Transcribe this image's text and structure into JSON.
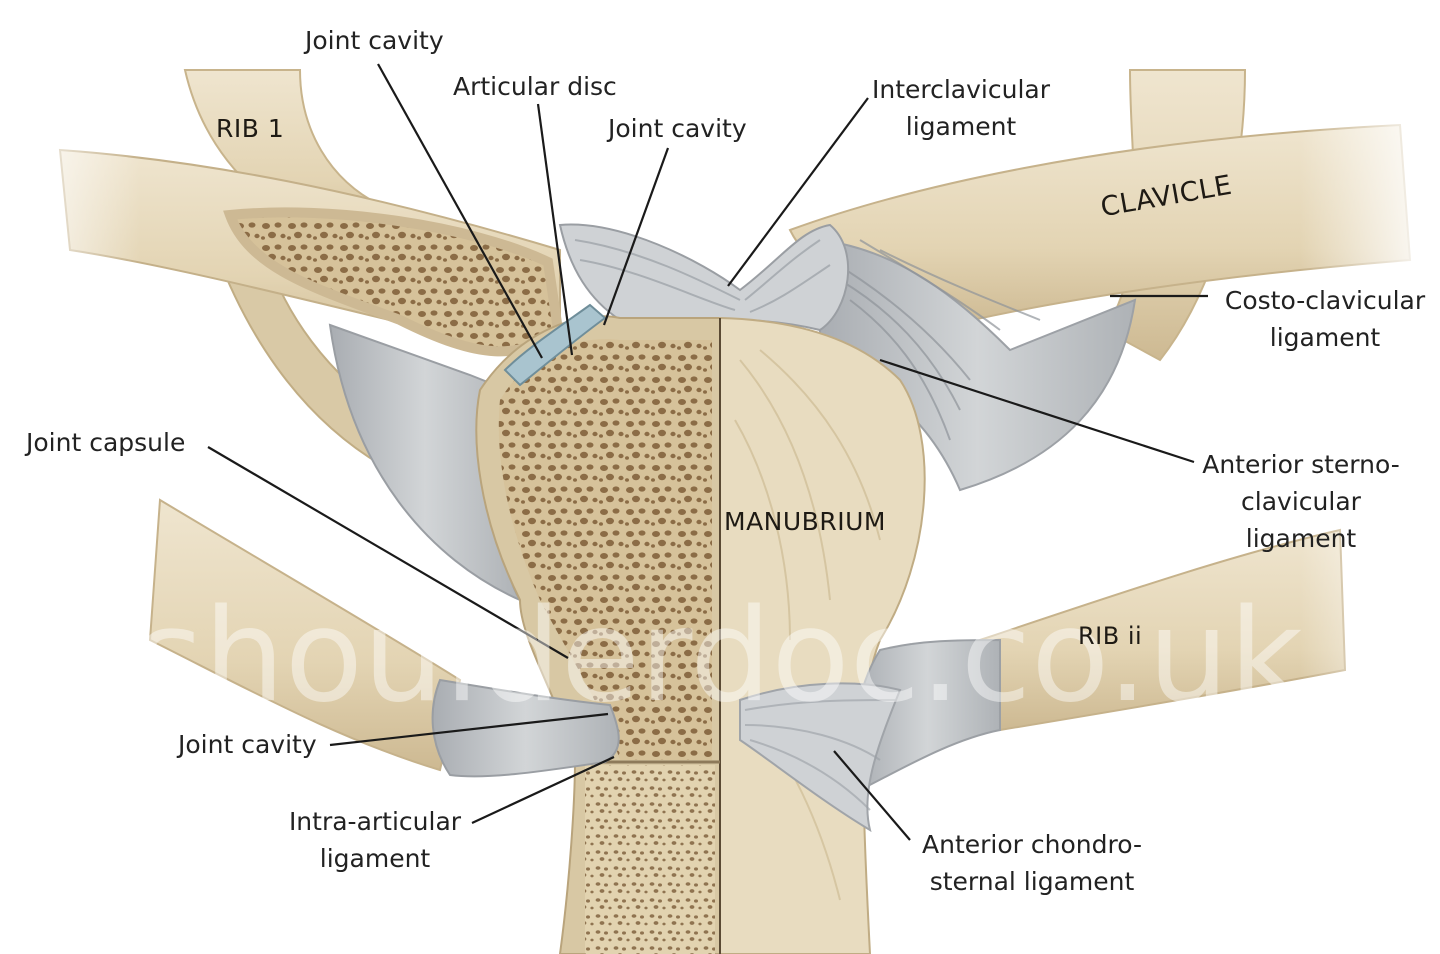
{
  "labels": {
    "joint_cavity_top": "Joint cavity",
    "articular_disc": "Articular disc",
    "joint_cavity_mid": "Joint cavity",
    "interclavicular_1": "Interclavicular",
    "interclavicular_2": "ligament",
    "rib1": "RIB 1",
    "clavicle": "CLAVICLE",
    "costo_clavicular_1": "Costo-clavicular",
    "costo_clavicular_2": "ligament",
    "joint_capsule": "Joint capsule",
    "anterior_sterno_1": "Anterior sterno-",
    "anterior_sterno_2": "clavicular",
    "anterior_sterno_3": "ligament",
    "manubrium": "MANUBRIUM",
    "rib2": "RIB ii",
    "joint_cavity_low": "Joint cavity",
    "intra_articular_1": "Intra-articular",
    "intra_articular_2": "ligament",
    "chondro_1": "Anterior chondro-",
    "chondro_2": "sternal ligament"
  },
  "watermark": "shoulderdoc.co.uk",
  "colors": {
    "bone": "#e6d9bd",
    "cortex": "#d8c8a4",
    "cancellous": "#c8b48a",
    "pore": "#7a6040",
    "ligament": "#b9bcbf",
    "ligament_light": "#d9dbdc",
    "disc": "#9fb8c2",
    "leader": "#1a1a1a"
  }
}
